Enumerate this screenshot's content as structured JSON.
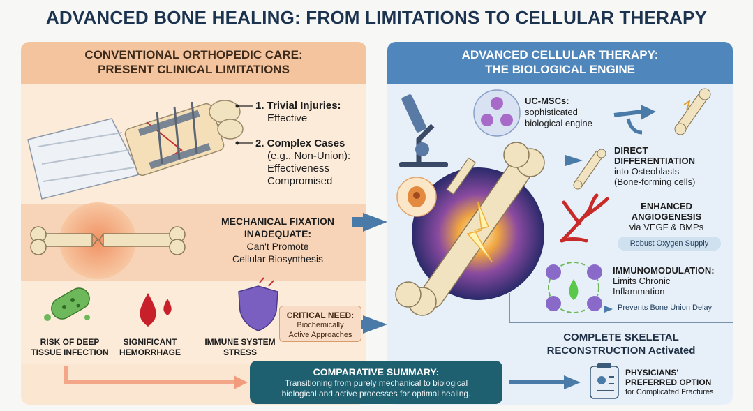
{
  "title": "ADVANCED BONE HEALING: FROM LIMITATIONS TO CELLULAR THERAPY",
  "left": {
    "header_line1": "CONVENTIONAL ORTHOPEDIC CARE:",
    "header_line2": "PRESENT CLINICAL LIMITATIONS",
    "item1_title": "1. Trivial Injuries:",
    "item1_desc": "Effective",
    "item2_title": "2. Complex Cases",
    "item2_desc1": "(e.g., Non-Union):",
    "item2_desc2": "Effectiveness",
    "item2_desc3": "Compromised",
    "mech_title1": "MECHANICAL FIXATION",
    "mech_title2": "INADEQUATE:",
    "mech_desc1": "Can't Promote",
    "mech_desc2": "Cellular Biosynthesis",
    "risk1_line1": "RISK OF DEEP",
    "risk1_line2": "TISSUE INFECTION",
    "risk2_line1": "SIGNIFICANT",
    "risk2_line2": "HEMORRHAGE",
    "risk3_line1": "IMMUNE SYSTEM",
    "risk3_line2": "STRESS",
    "critical_title": "CRITICAL NEED:",
    "critical_desc1": "Biochemically",
    "critical_desc2": "Active Approaches"
  },
  "right": {
    "header_line1": "ADVANCED CELLULAR THERAPY:",
    "header_line2": "THE BIOLOGICAL ENGINE",
    "ucmsc_title": "UC-MSCs:",
    "ucmsc_desc1": "sophisticated",
    "ucmsc_desc2": "biological engine",
    "diff_title1": "DIRECT",
    "diff_title2": "DIFFERENTIATION",
    "diff_desc1": "into Osteoblasts",
    "diff_desc2": "(Bone-forming cells)",
    "angio_title1": "ENHANCED",
    "angio_title2": "ANGIOGENESIS",
    "angio_desc": "via VEGF & BMPs",
    "angio_pill": "Robust Oxygen Supply",
    "immuno_title": "IMMUNOMODULATION:",
    "immuno_desc1": "Limits Chronic",
    "immuno_desc2": "Inflammation",
    "immuno_pill": "Prevents Bone Union Delay",
    "complete_line1": "COMPLETE SKELETAL",
    "complete_line2": "RECONSTRUCTION Activated",
    "phys_title1": "PHYSICIANS'",
    "phys_title2": "PREFERRED OPTION",
    "phys_desc": "for Complicated Fractures"
  },
  "summary": {
    "title": "COMPARATIVE SUMMARY:",
    "line1": "Transitioning from purely mechanical to biological",
    "line2": "biological and active processes for optimal healing."
  },
  "colors": {
    "title": "#1c3350",
    "left_header": "#f4c49f",
    "right_header": "#4f86bb",
    "summary_bg": "#1f6070",
    "arrow": "#4a7aa8",
    "bone": "#f1e3bf",
    "blood": "#c8202a",
    "shield": "#7a5fc0",
    "bacteria": "#5aa84a"
  }
}
